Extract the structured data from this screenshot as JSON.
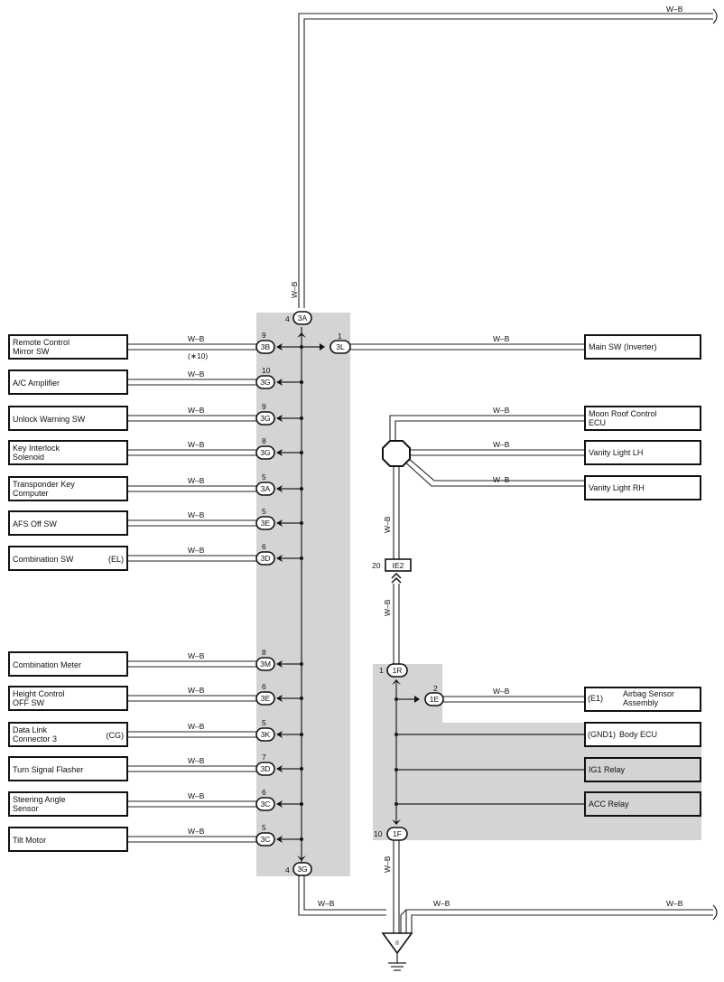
{
  "wire_color": "W–B",
  "note_10": "(∗10)",
  "left_components": [
    {
      "id": "remote-control-mirror-sw",
      "lines": [
        "Remote Control",
        "Mirror SW"
      ],
      "suffix": "",
      "pin": "9",
      "connector": "3B"
    },
    {
      "id": "ac-amplifier",
      "lines": [
        "A/C Amplifier"
      ],
      "suffix": "",
      "pin": "10",
      "connector": "3G"
    },
    {
      "id": "unlock-warning-sw",
      "lines": [
        "Unlock Warning SW"
      ],
      "suffix": "",
      "pin": "9",
      "connector": "3G"
    },
    {
      "id": "key-interlock-solenoid",
      "lines": [
        "Key Interlock",
        "Solenoid"
      ],
      "suffix": "",
      "pin": "8",
      "connector": "3G"
    },
    {
      "id": "transponder-key-computer",
      "lines": [
        "Transponder Key",
        "Computer"
      ],
      "suffix": "",
      "pin": "5",
      "connector": "3A"
    },
    {
      "id": "afs-off-sw",
      "lines": [
        "AFS Off SW"
      ],
      "suffix": "",
      "pin": "5",
      "connector": "3E"
    },
    {
      "id": "combination-sw",
      "lines": [
        "Combination SW"
      ],
      "suffix": "(EL)",
      "pin": "6",
      "connector": "3D"
    },
    {
      "id": "combination-meter",
      "lines": [
        "Combination Meter"
      ],
      "suffix": "",
      "pin": "8",
      "connector": "3M"
    },
    {
      "id": "height-control-off-sw",
      "lines": [
        "Height Control",
        "OFF SW"
      ],
      "suffix": "",
      "pin": "6",
      "connector": "3E"
    },
    {
      "id": "data-link-connector-3",
      "lines": [
        "Data Link",
        "Connector 3"
      ],
      "suffix": "(CG)",
      "pin": "5",
      "connector": "3K"
    },
    {
      "id": "turn-signal-flasher",
      "lines": [
        "Turn Signal Flasher"
      ],
      "suffix": "",
      "pin": "7",
      "connector": "3D"
    },
    {
      "id": "steering-angle-sensor",
      "lines": [
        "Steering Angle",
        "Sensor"
      ],
      "suffix": "",
      "pin": "6",
      "connector": "3C"
    },
    {
      "id": "tilt-motor",
      "lines": [
        "Tilt Motor"
      ],
      "suffix": "",
      "pin": "5",
      "connector": "3C"
    }
  ],
  "top_connector": {
    "pin": "4",
    "connector": "3A"
  },
  "bottom_connector": {
    "pin": "4",
    "connector": "3G"
  },
  "main_sw": {
    "lines": [
      "Main SW (Inverter)"
    ],
    "pin": "1",
    "connector": "3L"
  },
  "moon_roof": {
    "lines": [
      "Moon Roof Control",
      "ECU"
    ]
  },
  "vanity_lh": {
    "lines": [
      "Vanity Light LH"
    ]
  },
  "vanity_rh": {
    "lines": [
      "Vanity Light RH"
    ]
  },
  "ie2": {
    "pin": "20",
    "connector": "IE2"
  },
  "r1": {
    "pin": "1",
    "connector": "1R"
  },
  "e1": {
    "pin": "2",
    "connector": "1E"
  },
  "f1": {
    "pin": "10",
    "connector": "1F"
  },
  "airbag": {
    "prefix": "(E1)",
    "lines": [
      "Airbag Sensor",
      "Assembly"
    ]
  },
  "body_ecu": {
    "prefix": "(GND1)",
    "lines": [
      "Body ECU"
    ]
  },
  "ig1_relay": {
    "lines": [
      "IG1 Relay"
    ]
  },
  "acc_relay": {
    "lines": [
      "ACC Relay"
    ]
  },
  "ground_mark": "II"
}
